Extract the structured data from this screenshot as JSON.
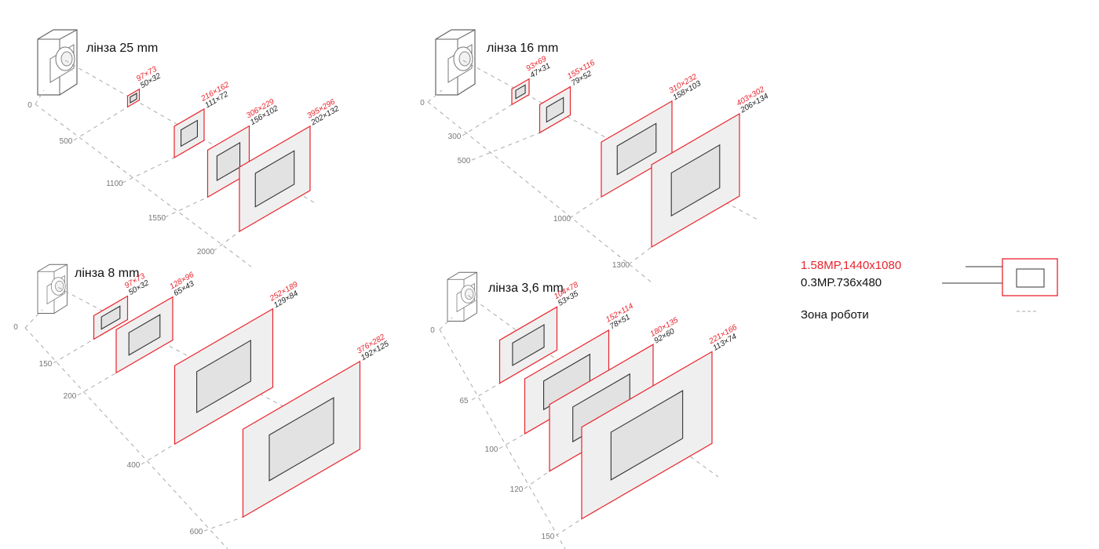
{
  "colors": {
    "outer": "#e8242c",
    "inner": "#333333",
    "plane_fill": "#efefef",
    "inner_fill": "#e2e2e2",
    "axis": "#aaaaaa"
  },
  "panels": [
    {
      "title": "лінза 25 mm",
      "ticks": [
        "0",
        "500",
        "1100",
        "1550",
        "2000"
      ],
      "planes": [
        {
          "outer": "97×73",
          "inner": "50×32"
        },
        {
          "outer": "216×162",
          "inner": "111×72"
        },
        {
          "outer": "306×229",
          "inner": "156×102"
        },
        {
          "outer": "395×296",
          "inner": "202×132"
        }
      ]
    },
    {
      "title": "лінза 16 mm",
      "ticks": [
        "0",
        "300",
        "500",
        "1000",
        "1300"
      ],
      "planes": [
        {
          "outer": "93×69",
          "inner": "47×31"
        },
        {
          "outer": "155×116",
          "inner": "79×52"
        },
        {
          "outer": "310×232",
          "inner": "158×103"
        },
        {
          "outer": "403×302",
          "inner": "206×134"
        }
      ]
    },
    {
      "title": "лінза 8 mm",
      "ticks": [
        "0",
        "150",
        "200",
        "400",
        "600"
      ],
      "planes": [
        {
          "outer": "97×73",
          "inner": "50×32"
        },
        {
          "outer": "128×96",
          "inner": "65×43"
        },
        {
          "outer": "252×189",
          "inner": "129×84"
        },
        {
          "outer": "376×282",
          "inner": "192×125"
        }
      ]
    },
    {
      "title": "лінза 3,6 mm",
      "ticks": [
        "0",
        "65",
        "100",
        "120",
        "150"
      ],
      "planes": [
        {
          "outer": "104×78",
          "inner": "53×35"
        },
        {
          "outer": "152×114",
          "inner": "78×51"
        },
        {
          "outer": "180×135",
          "inner": "92×60"
        },
        {
          "outer": "221×166",
          "inner": "113×74"
        }
      ]
    }
  ],
  "legend": {
    "outer_label": "1.58MP,1440x1080",
    "inner_label": "0.3MP.736x480",
    "zone_label": "Зона роботи"
  }
}
